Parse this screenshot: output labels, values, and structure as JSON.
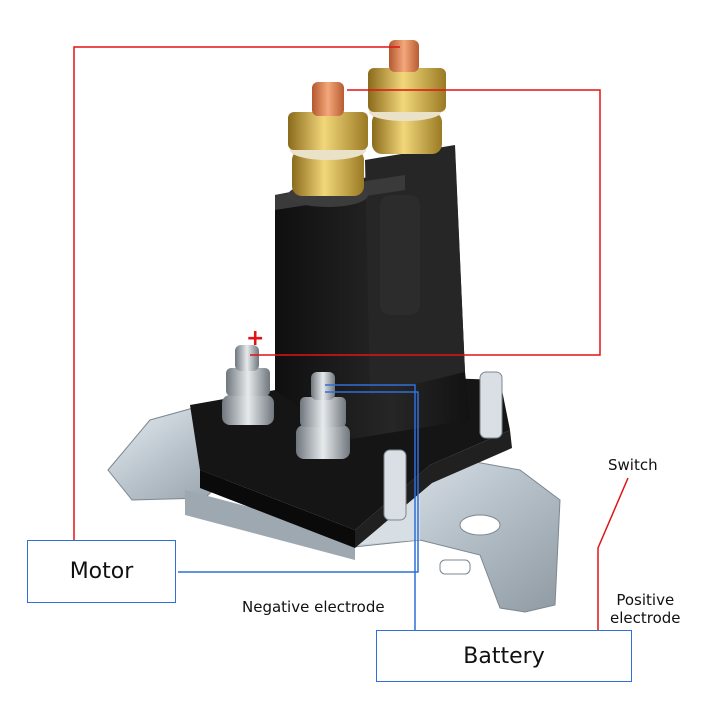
{
  "labels": {
    "motor": "Motor",
    "battery": "Battery",
    "switch": "Switch",
    "negative": "Negative electrode",
    "positive_line1": "Positive",
    "positive_line2": "electrode",
    "plus": "+"
  },
  "colors": {
    "positive_wire": "#e01414",
    "negative_wire": "#2f6fd8",
    "relay_body": "#1b1b1b",
    "copper": "#e08a5a",
    "brass": "#c9a437",
    "bracket": "#c9d2da"
  }
}
